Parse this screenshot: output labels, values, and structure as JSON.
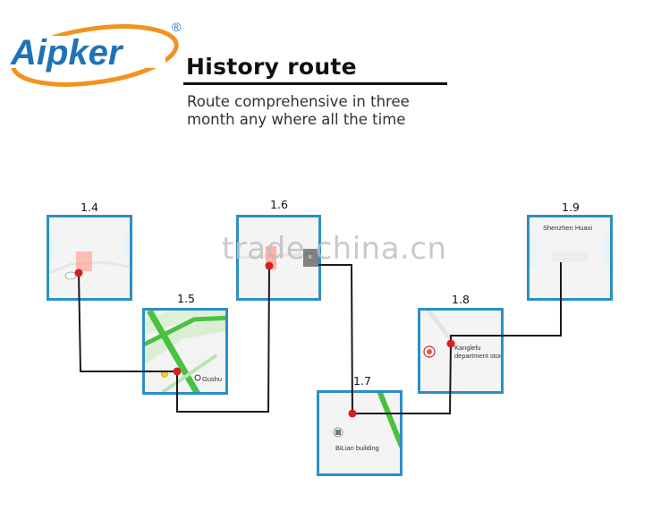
{
  "brand": {
    "logo_text": "Aipker",
    "trademark": "®",
    "accent_color": "#f2921f",
    "text_color": "#1e73b8"
  },
  "header": {
    "title": "History route",
    "subtitle_line1": "Route comprehensive in three",
    "subtitle_line2": "month any where all the time"
  },
  "cards": [
    {
      "date": "1.4"
    },
    {
      "date": "1.5",
      "place": "Gushu"
    },
    {
      "date": "1.6"
    },
    {
      "date": "1.7",
      "place": "BiLian building"
    },
    {
      "date": "1.8",
      "place_line1": "Kanglefu",
      "place_line2": "department store"
    },
    {
      "date": "1.9",
      "place": "Shenzhen Huaxi"
    }
  ],
  "watermark": "trade.china.cn",
  "colors": {
    "card_border": "#2b8fc7",
    "route_line": "#1a1a1a",
    "marker": "#d42020",
    "road_green": "#49c23f"
  }
}
